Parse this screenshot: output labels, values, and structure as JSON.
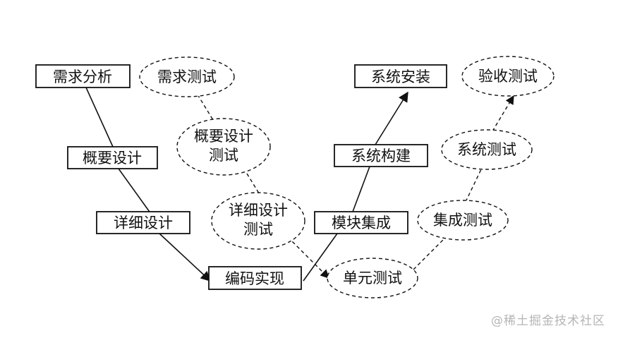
{
  "nodes": {
    "req_analysis": "需求分析",
    "prelim_design": "概要设计",
    "detailed_design": "详细设计",
    "coding": "编码实现",
    "module_integration": "模块集成",
    "system_build": "系统构建",
    "system_install": "系统安装",
    "req_test": "需求测试",
    "prelim_test_l1": "概要设计",
    "prelim_test_l2": "测试",
    "detailed_test_l1": "详细设计",
    "detailed_test_l2": "测试",
    "unit_test": "单元测试",
    "integration_test": "集成测试",
    "system_test": "系统测试",
    "acceptance_test": "验收测试"
  },
  "watermark": "@稀土掘金技术社区"
}
